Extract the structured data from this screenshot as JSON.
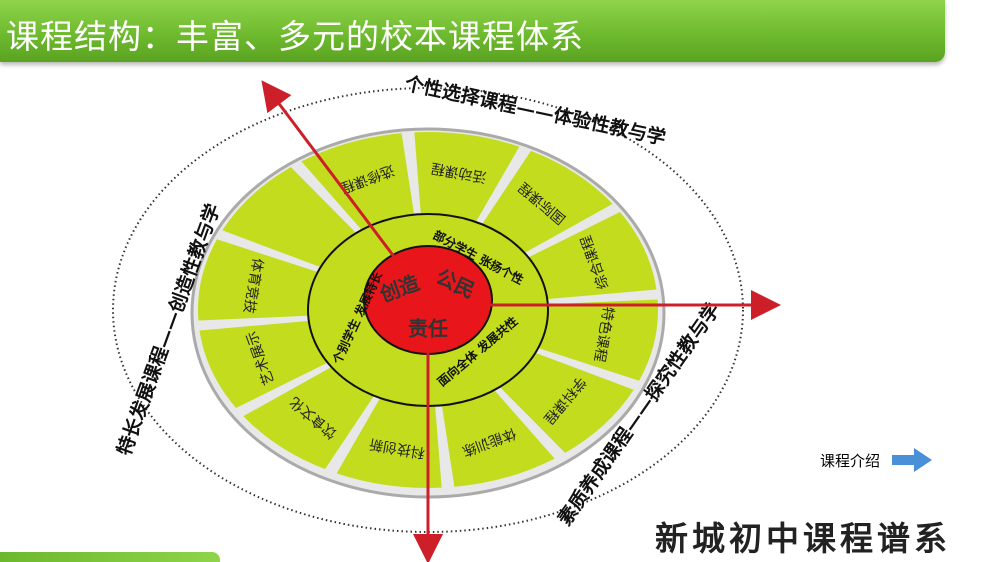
{
  "header": {
    "title": "课程结构：丰富、多元的校本课程体系"
  },
  "diagram": {
    "core": [
      "创造",
      "公民",
      "责任"
    ],
    "ring": [
      "部分学生 张扬个性",
      "面向全体 发展共性",
      "个别学生 发展特长"
    ],
    "segments": [
      "选修课程",
      "活动课程",
      "国际课程",
      "综合课程",
      "特色课程",
      "学科课程",
      "体能训练",
      "科技创新",
      "饮食文化",
      "艺术展示",
      "体育竞技"
    ],
    "outer": [
      "个性选择课程——体验性教与学",
      "素质养成课程——探究性教与学",
      "特长发展课程——创造性教与学"
    ],
    "colors": {
      "segment": "#c3dc1e",
      "core": "#e8161b",
      "arrow": "#cc1f2a",
      "banner": "#6cb82c"
    }
  },
  "nav": {
    "intro_label": "课程介绍"
  },
  "footer": {
    "brand": "新城初中课程谱系"
  }
}
